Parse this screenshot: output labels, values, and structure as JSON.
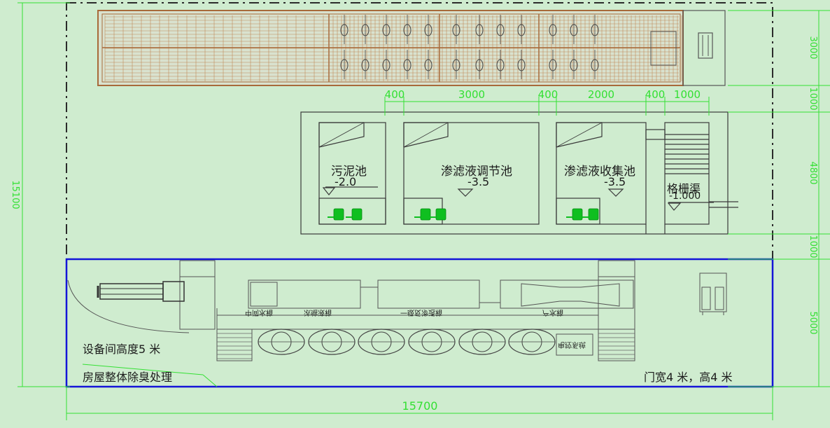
{
  "colors": {
    "background": "#cfeccf",
    "dimension": "#33e033",
    "outline": "#2b2b2b",
    "building": "#1414d8",
    "pump": "#0fbf20",
    "tank_frame": "#a86a3a"
  },
  "dimensions": {
    "top_segments": [
      "400",
      "3000",
      "400",
      "2000",
      "400",
      "1000"
    ],
    "right_segments": [
      "3000",
      "1000",
      "4800",
      "1000",
      "5000"
    ],
    "overall_height": "15100",
    "overall_width": "15700"
  },
  "tanks": [
    {
      "name": "污泥池",
      "level": "-2.0"
    },
    {
      "name": "渗滤液调节池",
      "level": "-3.5"
    },
    {
      "name": "渗滤液收集池",
      "level": "-3.5"
    },
    {
      "name": "格栅渠",
      "level": "-1.000"
    }
  ],
  "equipment_room": {
    "labels": [
      "中间水箱",
      "浓缩液箱",
      "一级反渗透箱",
      "产水箱",
      "电控系统"
    ],
    "height_note": "设备间高度5 米",
    "deodor_note": "房屋整体除臭处理",
    "door_note": "门宽4 米，高4 米"
  }
}
